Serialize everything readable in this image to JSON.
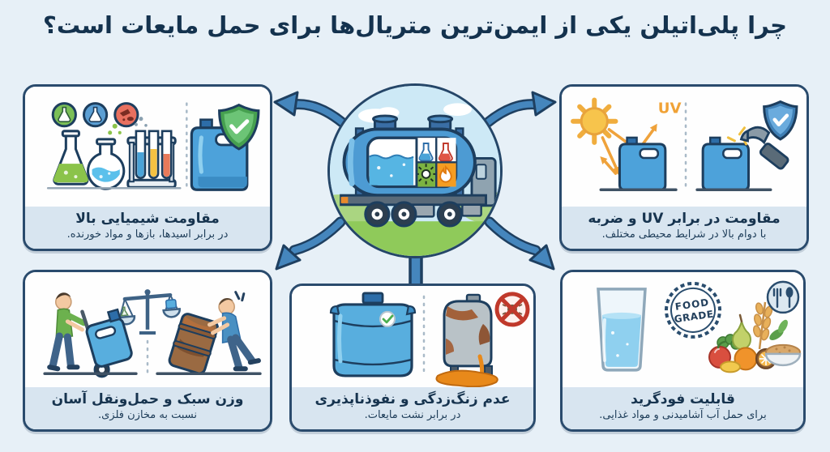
{
  "title": "چرا پلی‌اتیلن یکی از ایمن‌ترین متریال‌ها برای حمل مایعات است؟",
  "center": {
    "illustration": "tanker-truck-carrying-liquids"
  },
  "panels": {
    "chemical": {
      "title": "مقاومت شیمیایی بالا",
      "subtitle": "در برابر اسیدها، بازها و مواد خورنده."
    },
    "uv": {
      "title": "مقاومت در برابر UV و ضربه",
      "subtitle": "با دوام بالا در شرایط محیطی مختلف.",
      "uv_label": "UV"
    },
    "weight": {
      "title": "وزن سبک و حمل‌ونقل آسان",
      "subtitle": "نسبت به مخازن فلزی."
    },
    "rust": {
      "title": "عدم زنگ‌زدگی و نفوذناپذیری",
      "subtitle": "در برابر نشت مایعات."
    },
    "food": {
      "title": "قابلیت فودگرید",
      "subtitle": "برای حمل آب آشامیدنی و مواد غذایی.",
      "badge_top": "FOOD",
      "badge_bottom": "GRADE"
    }
  },
  "icons": {
    "green-flask-badge": "erlenmeyer flask",
    "blue-flask-badge": "erlenmeyer flask",
    "corrosive-badge": "corrosive spill",
    "shield-check-green": "✓",
    "shield-check-blue": "✓",
    "sun": "☀",
    "hammer": "impact hammer",
    "balance-scale": "⚖",
    "no-rust-prohibition": "⊘",
    "check-badge": "✓",
    "fork-spoon": "🍴"
  },
  "colors": {
    "background": "#e7f0f7",
    "panel_border": "#2a4b6d",
    "caption_bg": "#d8e5f0",
    "text": "#16334f",
    "arrow_fill": "#4586bd",
    "arrow_outline": "#1e3f60",
    "jerrycan_blue": "#58aede",
    "shield_green": "#57b860",
    "shield_blue": "#4f94cf",
    "uv_orange": "#f0a236",
    "leak_orange": "#e8891a",
    "rust_brown": "#a0562a"
  }
}
